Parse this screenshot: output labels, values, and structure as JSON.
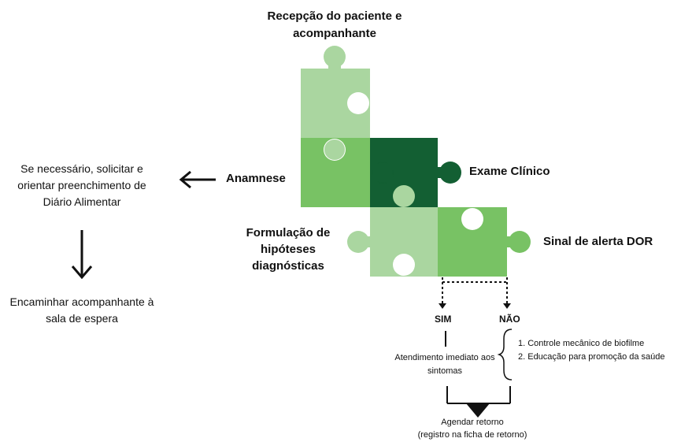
{
  "colors": {
    "light_green": "#aad6a0",
    "mid_green": "#78c264",
    "dark_green": "#135f33"
  },
  "pieces": {
    "recepcao": "Recepção do paciente e acompanhante",
    "anamnese": "Anamnese",
    "exame": "Exame Clínico",
    "formulacao": "Formulação de hipóteses diagnósticas",
    "sinal": "Sinal de alerta  DOR"
  },
  "left": {
    "instruction": "Se necessário, solicitar e orientar preenchimento de Diário Alimentar",
    "forward": "Encaminhar acompanhante à sala de espera"
  },
  "branch": {
    "sim": "SIM",
    "nao": "NÃO",
    "atendimento": "Atendimento imediato aos sintomas",
    "items": [
      "1. Controle mecânico de biofilme",
      "2. Educação para promoção da saúde"
    ],
    "agendar_line1": "Agendar retorno",
    "agendar_line2": "(registro na ficha de retorno)"
  }
}
